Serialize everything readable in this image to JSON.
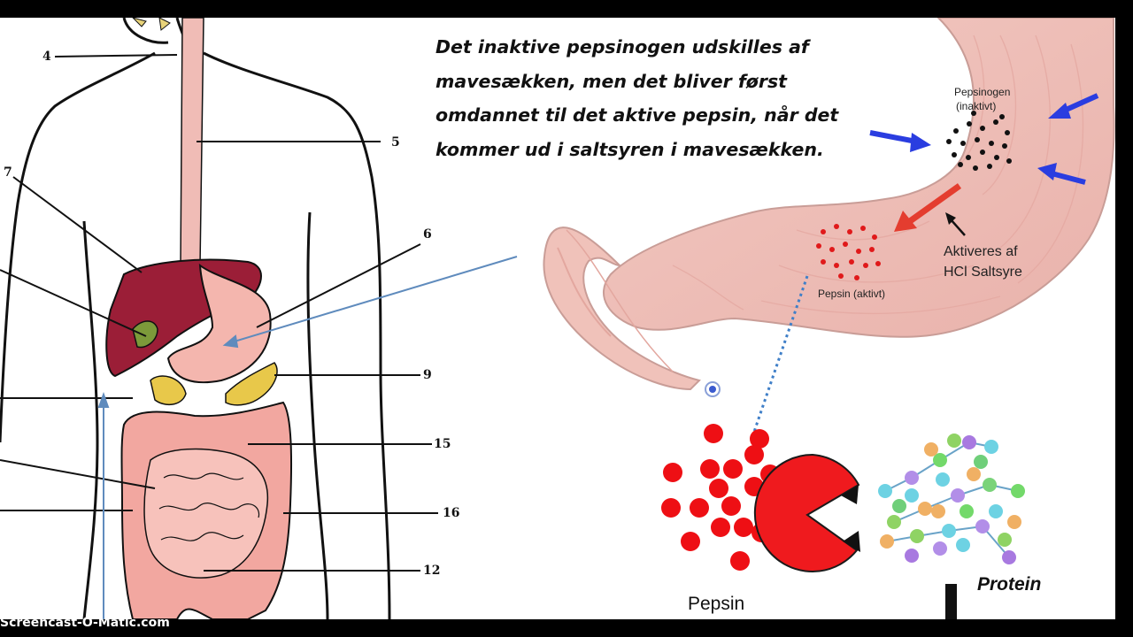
{
  "heading": [
    "Det inaktive pepsinogen udskilles af",
    "mavesækken, men det bliver først",
    "omdannet til det aktive pepsin, når det",
    "kommer ud i saltsyren i mavesækken."
  ],
  "stomach": {
    "pepsinogen_label": "Pepsinogen",
    "pepsinogen_sublabel": "(inaktivt)",
    "activation_line1": "Aktiveres af",
    "activation_line2": "HCl Saltsyre",
    "pepsin_label": "Pepsin (aktivt)"
  },
  "body_labels": {
    "n4": "4",
    "n5": "5",
    "n7": "7",
    "n6": "6",
    "n9": "9",
    "n15": "15",
    "n16": "16",
    "n12": "12"
  },
  "captions": {
    "pepsin": "Pepsin",
    "protein": "Protein"
  },
  "watermark": "Screencast-O-Matic.com",
  "colors": {
    "arrow_blue": "#2a3de0",
    "arrow_red": "#e43d2f",
    "pepsin_red": "#ee0f14",
    "liver": "#9b1e37",
    "stomach_pink": "#f2c9c2"
  }
}
